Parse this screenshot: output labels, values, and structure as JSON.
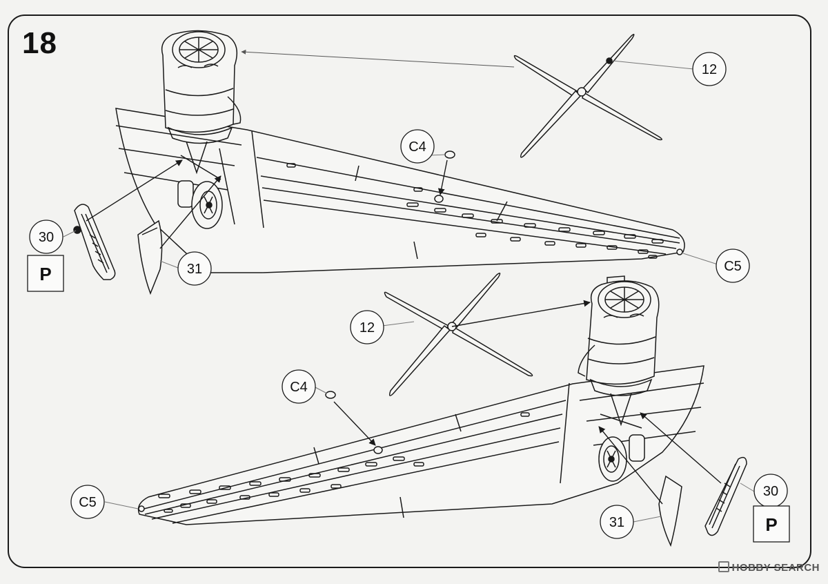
{
  "step": {
    "number": "18"
  },
  "callouts": {
    "upper_prop": "12",
    "upper_c4": "C4",
    "upper_c5": "C5",
    "upper_30": "30",
    "upper_31": "31",
    "upper_p": "P",
    "lower_prop": "12",
    "lower_c4": "C4",
    "lower_c5": "C5",
    "lower_30": "30",
    "lower_31": "31",
    "lower_p": "P"
  },
  "watermark": {
    "text": "HOBBY SEARCH"
  },
  "colors": {
    "line": "#1a1a1a",
    "paper": "#f3f3f1",
    "guide": "#888888"
  }
}
